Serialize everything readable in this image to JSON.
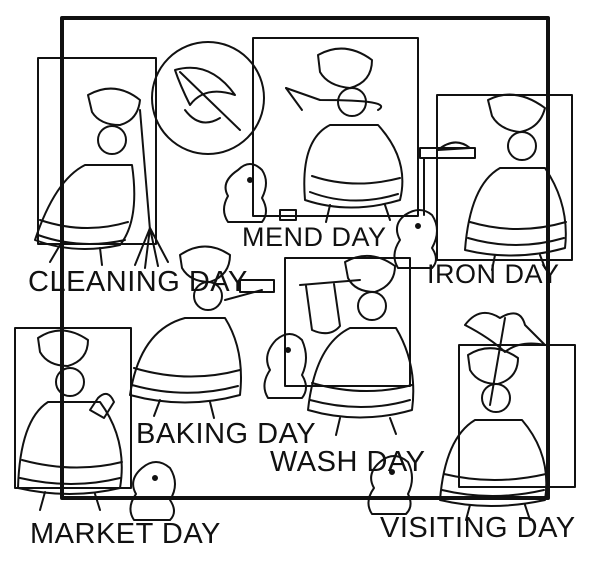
{
  "labels": {
    "cleaning": "CLEANING DAY",
    "mend": "MEND DAY",
    "iron": "IRON DAY",
    "baking": "BAKING DAY",
    "wash": "WASH DAY",
    "market": "MARKET DAY",
    "visiting": "VISITING DAY"
  },
  "colors": {
    "ink": "#111111",
    "paper": "#ffffff"
  }
}
